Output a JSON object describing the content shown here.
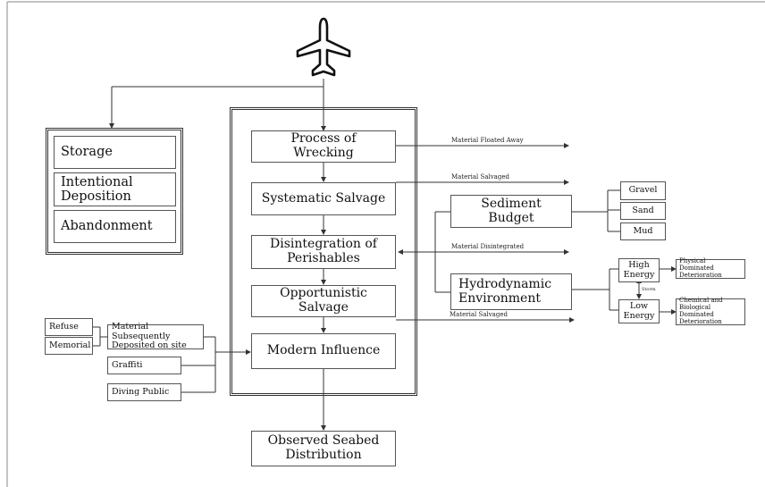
{
  "nodes": {
    "storage": "Storage",
    "intentional_deposition": "Intentional\nDeposition",
    "abandonment": "Abandonment",
    "process_of_wrecking": "Process of Wrecking",
    "systematic_salvage": "Systematic Salvage",
    "disintegration_of_perishables": "Disintegration of\nPerishables",
    "opportunistic_salvage": "Opportunistic Salvage",
    "modern_influence": "Modern Influence",
    "observed_seabed_distribution": "Observed Seabed\nDistribution",
    "sediment_budget": "Sediment Budget",
    "gravel": "Gravel",
    "sand": "Sand",
    "mud": "Mud",
    "hydrodynamic_environment": "Hydrodynamic\nEnvironment",
    "high_energy": "High\nEnergy",
    "low_energy": "Low\nEnergy",
    "physical_dominated_deterioration": "Physical Dominated\nDeterioration",
    "chemical_biological_dominated_deterioration": "Chemical and\nBiological Dominated\nDeterioration",
    "refuse": "Refuse",
    "memorial": "Memorial",
    "material_subsequently_deposited": "Material Subsequently\nDeposited on site",
    "graffiti": "Graffiti",
    "diving_public": "Diving Public"
  },
  "edge_labels": {
    "material_floated_away": "Material Floated Away",
    "material_salvaged_1": "Material Salvaged",
    "material_disintegrated": "Material Disintegrated",
    "material_salvaged_2": "Material Salvaged",
    "storm": "Storm"
  },
  "icons": {
    "aircraft": "airplane-icon"
  },
  "colors": {
    "line": "#333333",
    "box_border": "#555555",
    "text": "#111111",
    "background": "#ffffff"
  }
}
